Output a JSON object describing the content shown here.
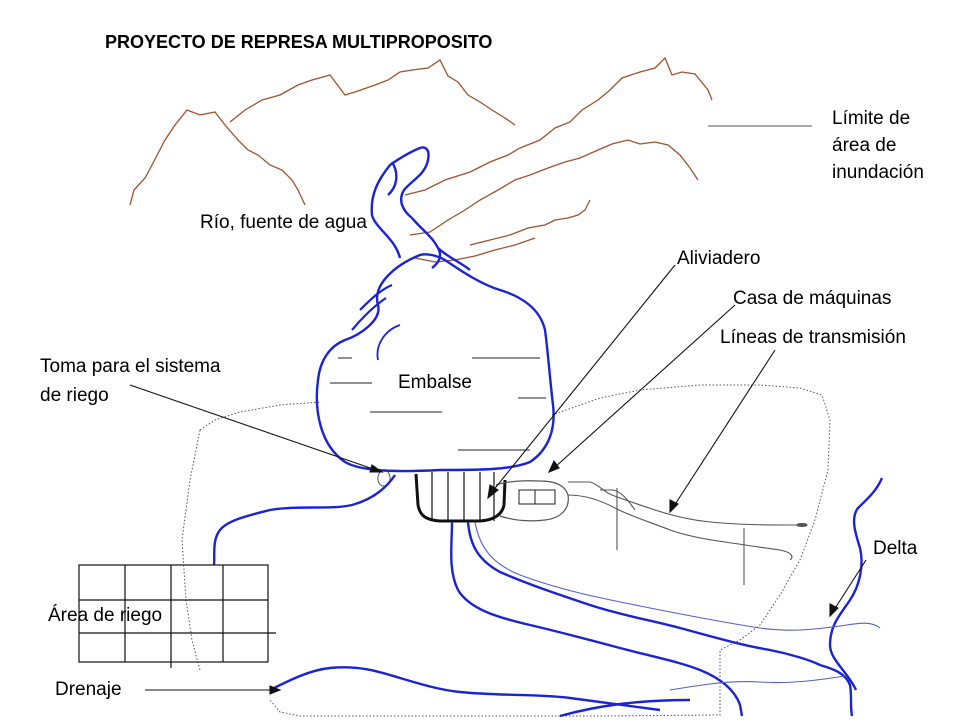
{
  "title": "PROYECTO  DE REPRESA MULTIPROPOSITO",
  "labels": {
    "limite_line1": "Límite de",
    "limite_line2": "área de",
    "limite_line3": "inundación",
    "rio": "Río, fuente de agua",
    "aliviadero": "Aliviadero",
    "casa": "Casa de máquinas",
    "lineas": "Líneas de transmisión",
    "toma_line1": "Toma para el sistema",
    "toma_line2": "de riego",
    "embalse": "Embalse",
    "delta": "Delta",
    "area_riego": "Área de riego",
    "drenaje": "Drenaje"
  },
  "colors": {
    "mountain": "#a0522d",
    "water": "#1a23d6",
    "outline": "#444444",
    "text": "#000000"
  }
}
